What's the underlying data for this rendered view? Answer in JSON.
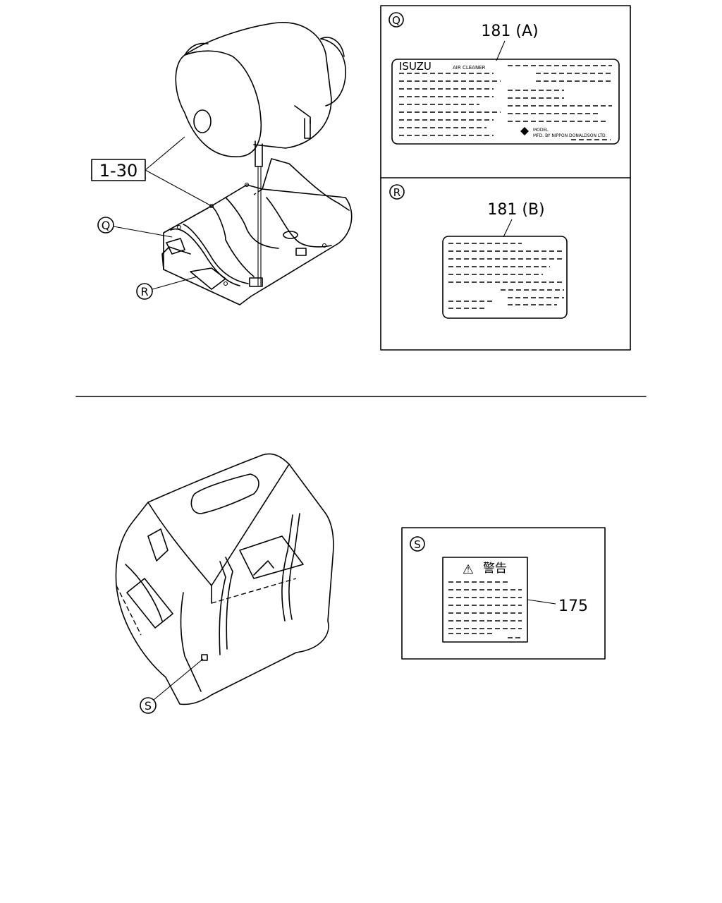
{
  "top_section": {
    "ref_label": "1-30",
    "callout_q": "Q",
    "callout_r": "R",
    "detail_q": {
      "marker": "Q",
      "part_number": "181 (A)",
      "brand_text": "ISUZU",
      "product_text": "AIR CLEANER",
      "model_text": "MODEL",
      "maker_text": "MFD. BY NIPPON DONALDSON LTD."
    },
    "detail_r": {
      "marker": "R",
      "part_number": "181 (B)"
    }
  },
  "bottom_section": {
    "callout_s": "S",
    "detail_s": {
      "marker": "S",
      "part_number": "175",
      "warning_title": "警告",
      "warning_symbol": "⚠"
    }
  }
}
